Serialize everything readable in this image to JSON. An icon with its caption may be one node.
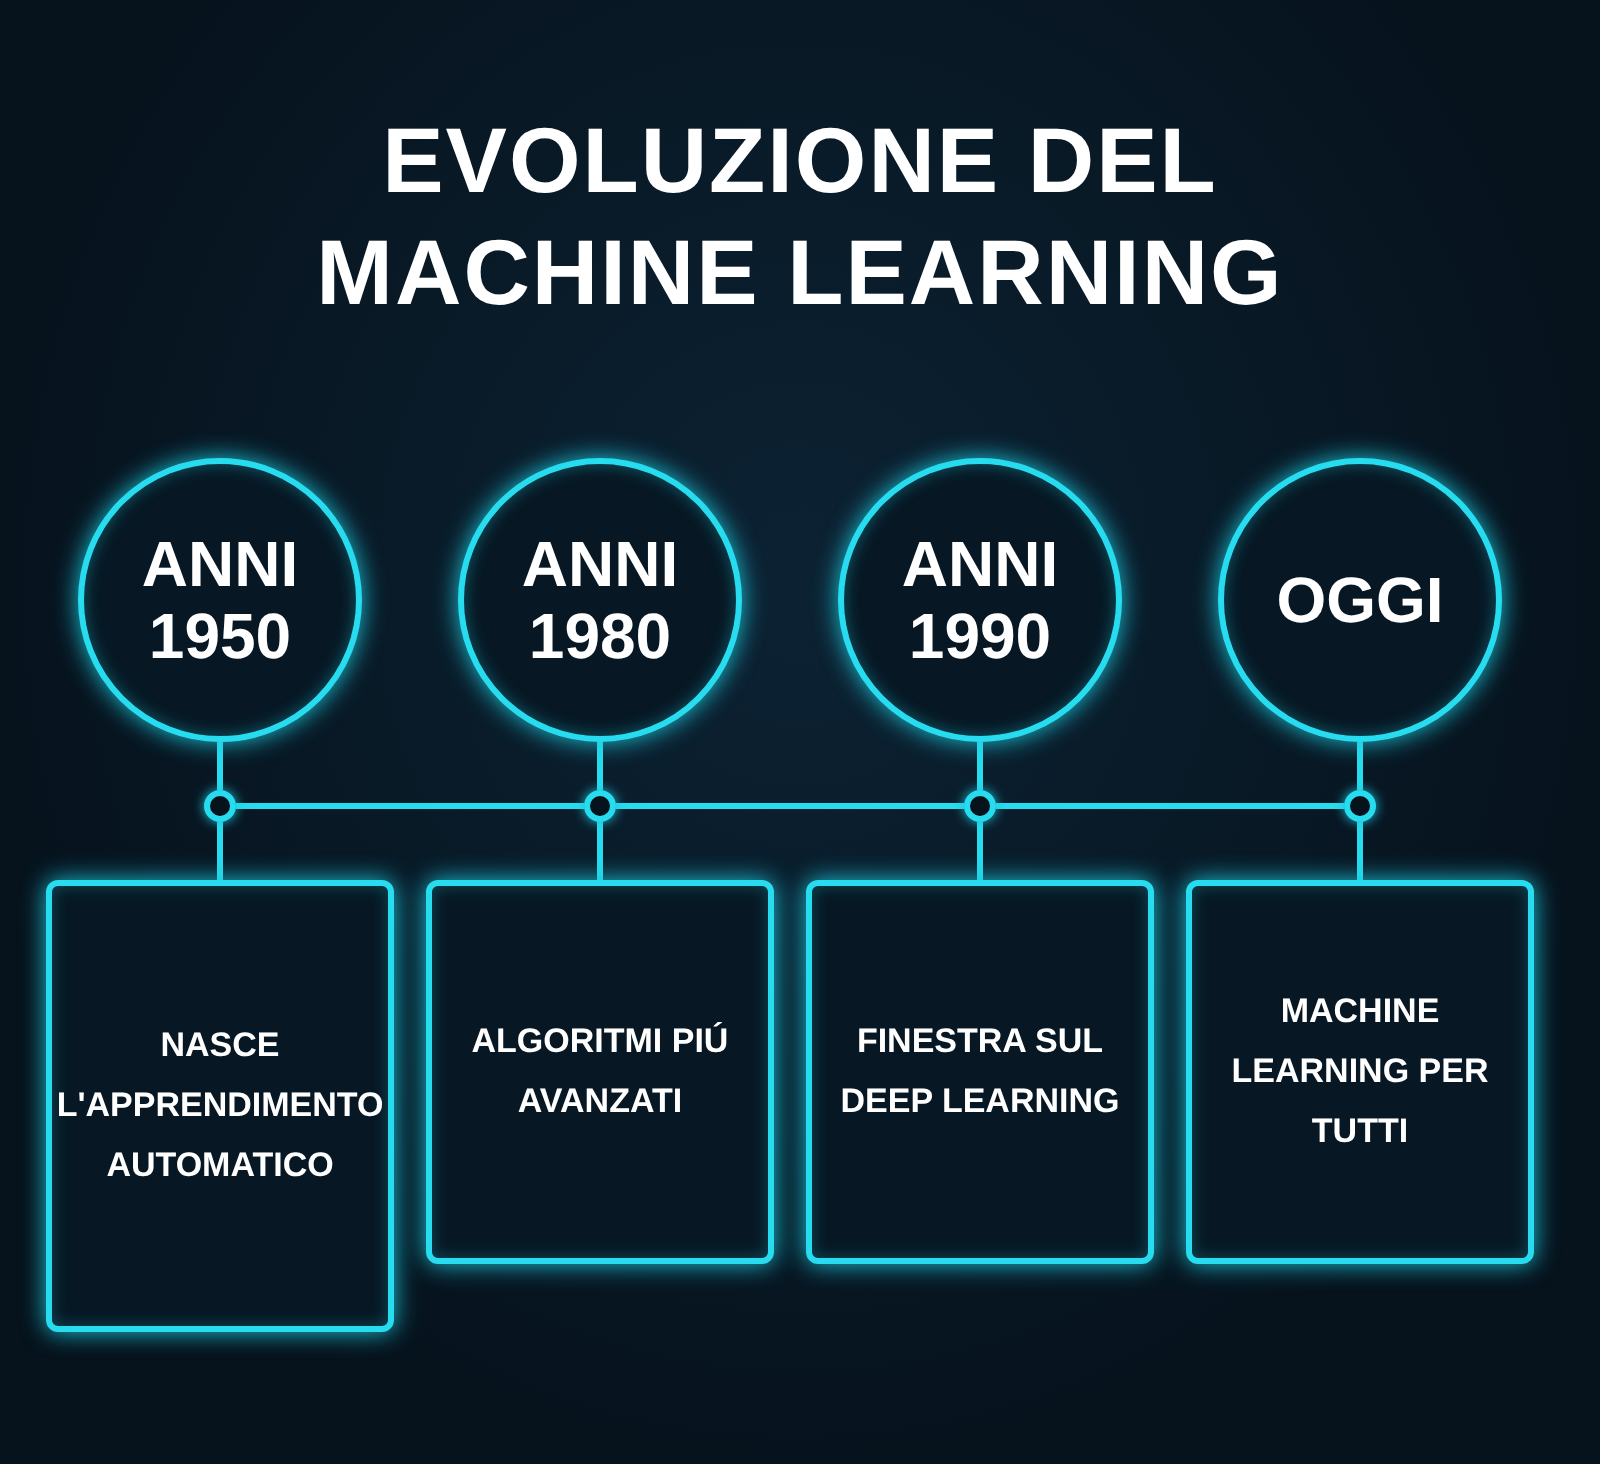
{
  "diagram": {
    "title": "EVOLUZIONE DEL MACHINE LEARNING",
    "nodes": [
      {
        "text": [
          "ANNI 1950"
        ]
      },
      {
        "text": [
          "ANNI 1980"
        ]
      },
      {
        "text": [
          "ANNI 1990"
        ]
      },
      {
        "text": [
          "OGGI"
        ]
      },
      {
        "text": [],
        "shape": "circle"
      },
      {
        "text": [],
        "shape": "circle"
      },
      {
        "text": [],
        "shape": "circle"
      },
      {
        "text": [],
        "shape": "circle"
      },
      {
        "text": [
          "NASCE L'APPRENDIMENTO AUTOMATICO"
        ]
      },
      {
        "text": [
          "ALGORITMI PIÚ AVANZATI"
        ]
      },
      {
        "text": [
          "FINESTRA SUL DEEP LEARNING"
        ]
      },
      {
        "text": [
          "MACHINE LEARNING PER TUTTI"
        ]
      }
    ],
    "edges": [
      {
        "from": 0,
        "to": 4,
        "arrow": "none"
      },
      {
        "from": 1,
        "to": 5,
        "arrow": "none"
      },
      {
        "from": 2,
        "to": 6,
        "arrow": "none"
      },
      {
        "from": 3,
        "to": 7,
        "arrow": "none"
      },
      {
        "from": 4,
        "to": 5,
        "arrow": "none"
      },
      {
        "from": 5,
        "to": 6,
        "arrow": "none"
      },
      {
        "from": 6,
        "to": 7,
        "arrow": "none"
      },
      {
        "from": 4,
        "to": 8,
        "arrow": "none"
      },
      {
        "from": 5,
        "to": 9,
        "arrow": "none"
      },
      {
        "from": 6,
        "to": 10,
        "arrow": "none"
      },
      {
        "from": 7,
        "to": 11,
        "arrow": "none"
      }
    ]
  }
}
